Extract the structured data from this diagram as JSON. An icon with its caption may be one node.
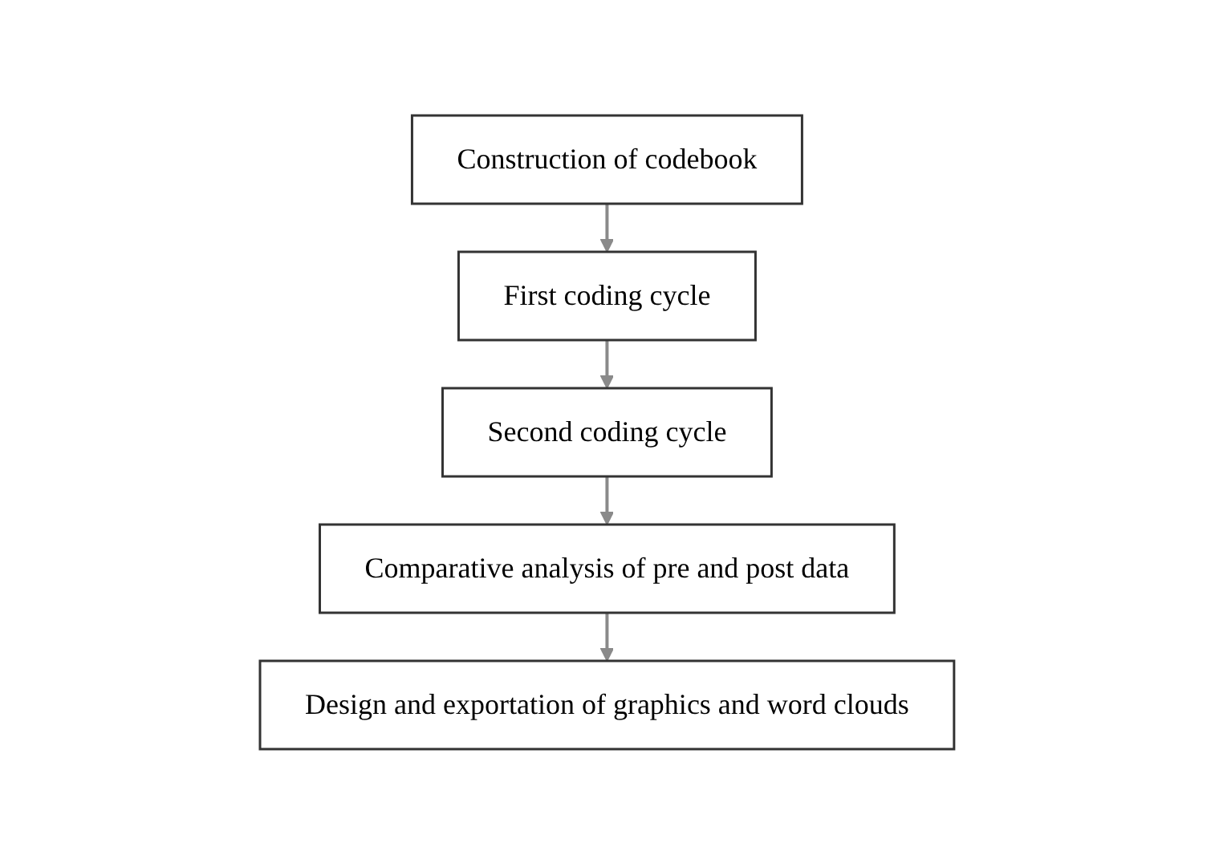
{
  "diagram": {
    "nodes": [
      {
        "text": [
          "Construction of codebook"
        ]
      },
      {
        "text": [
          "First coding cycle"
        ]
      },
      {
        "text": [
          "Second coding cycle"
        ]
      },
      {
        "text": [
          "Comparative analysis of pre and post data"
        ]
      },
      {
        "text": [
          "Design and exportation of graphics and word clouds"
        ]
      }
    ],
    "edges": [
      {
        "from": 0,
        "to": 1,
        "arrow": "to"
      },
      {
        "from": 1,
        "to": 2,
        "arrow": "to"
      },
      {
        "from": 2,
        "to": 3,
        "arrow": "to"
      },
      {
        "from": 3,
        "to": 4,
        "arrow": "to"
      }
    ]
  }
}
